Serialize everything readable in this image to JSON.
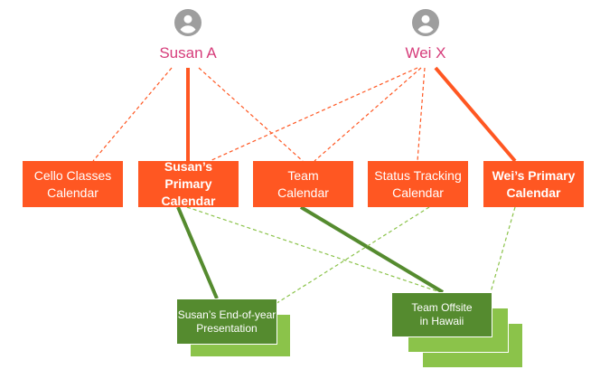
{
  "users": [
    {
      "id": "susan",
      "name": "Susan A",
      "icon": "account-circle-icon"
    },
    {
      "id": "wei",
      "name": "Wei X",
      "icon": "account-circle-icon"
    }
  ],
  "calendars": [
    {
      "id": "cello",
      "line1": "Cello Classes",
      "line2": "Calendar",
      "primary": false
    },
    {
      "id": "susan_primary",
      "line1": "Susan’s Primary",
      "line2": "Calendar",
      "primary": true
    },
    {
      "id": "team",
      "line1": "Team",
      "line2": "Calendar",
      "primary": false
    },
    {
      "id": "status",
      "line1": "Status Tracking",
      "line2": "Calendar",
      "primary": false
    },
    {
      "id": "wei_primary",
      "line1": "Wei’s Primary",
      "line2": "Calendar",
      "primary": true
    }
  ],
  "events": [
    {
      "id": "presentation",
      "line1": "Susan’s End-of-year",
      "line2": "Presentation"
    },
    {
      "id": "offsite",
      "line1": "Team Offsite",
      "line2": "in Hawaii"
    }
  ],
  "colors": {
    "calendar": "#ff5722",
    "event": "#558b2f",
    "event_copy": "#8bc34a",
    "user_name": "#d63c7a",
    "icon": "#9e9e9e"
  }
}
